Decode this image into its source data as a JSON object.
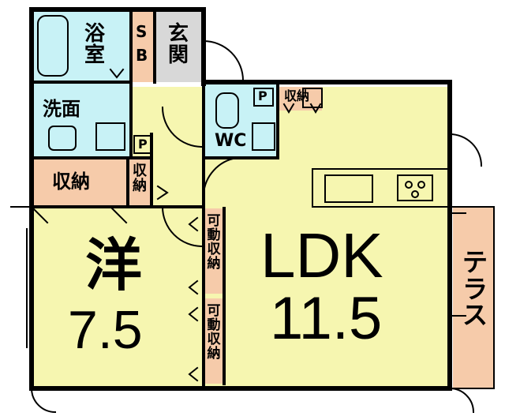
{
  "colors": {
    "wall": "#000000",
    "yellow_room": "#f6f6b0",
    "cyan_room": "#c8f2f6",
    "pink_room": "#f6cbaa",
    "gray_room": "#d8d8d8",
    "background": "#ffffff"
  },
  "rooms": {
    "bath": "浴\n室",
    "sb_s": "S",
    "sb_b": "B",
    "entrance": "玄\n関",
    "washroom": "洗面",
    "pantry_p_top": "P",
    "pantry_p_left": "P",
    "storage_top": "収納",
    "wc": "WC",
    "storage_left": "収納",
    "storage_small": "収\n納",
    "movable_storage_1": "可\n動\n収\n納",
    "movable_storage_2": "可\n動\n収\n納",
    "western_room_name": "洋",
    "western_room_size": "7.5",
    "ldk_name": "LDK",
    "ldk_size": "11.5",
    "terrace": "テ\nラ\nス"
  }
}
